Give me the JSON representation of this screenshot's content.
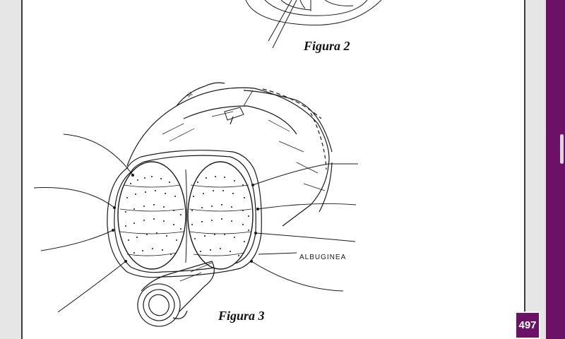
{
  "figure2": {
    "caption": "Figura 2"
  },
  "figure3": {
    "caption": "Figura 3",
    "label_albuginea": "ALBUGINEA",
    "sketch_mark": "sit"
  },
  "page_number": "497",
  "colors": {
    "accent": "#6b1166",
    "page": "#ffffff",
    "ink": "#1a1a1a"
  }
}
